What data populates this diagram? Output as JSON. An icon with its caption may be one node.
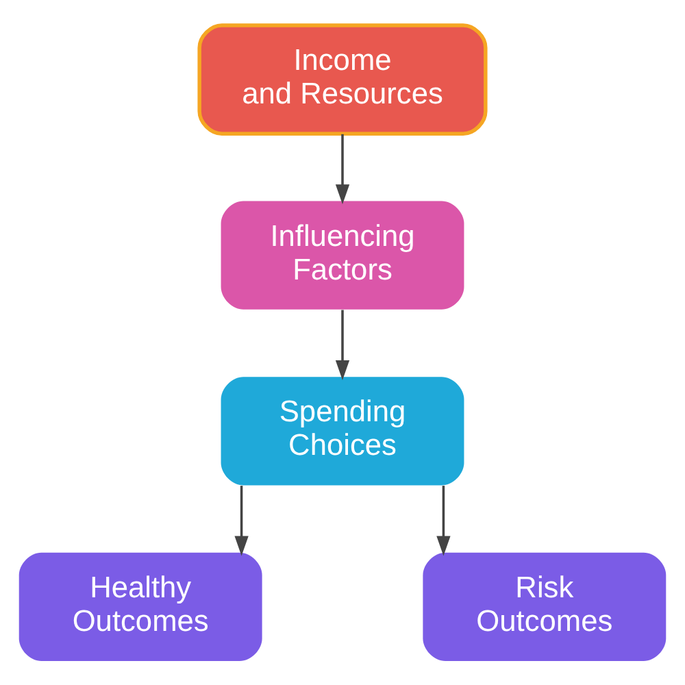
{
  "diagram": {
    "nodes": [
      {
        "text": [
          "Income and Resources"
        ]
      },
      {
        "text": [
          "Influencing Factors"
        ]
      },
      {
        "text": [
          "Spending Choices"
        ]
      },
      {
        "text": [
          "Healthy Outcomes"
        ]
      },
      {
        "text": [
          "Risk Outcomes"
        ]
      }
    ],
    "edges": [
      {
        "from": 0,
        "to": 1,
        "arrow": "to"
      },
      {
        "from": 1,
        "to": 2,
        "arrow": "to"
      },
      {
        "from": 2,
        "to": 3,
        "arrow": "to"
      },
      {
        "from": 2,
        "to": 4,
        "arrow": "to"
      }
    ]
  }
}
